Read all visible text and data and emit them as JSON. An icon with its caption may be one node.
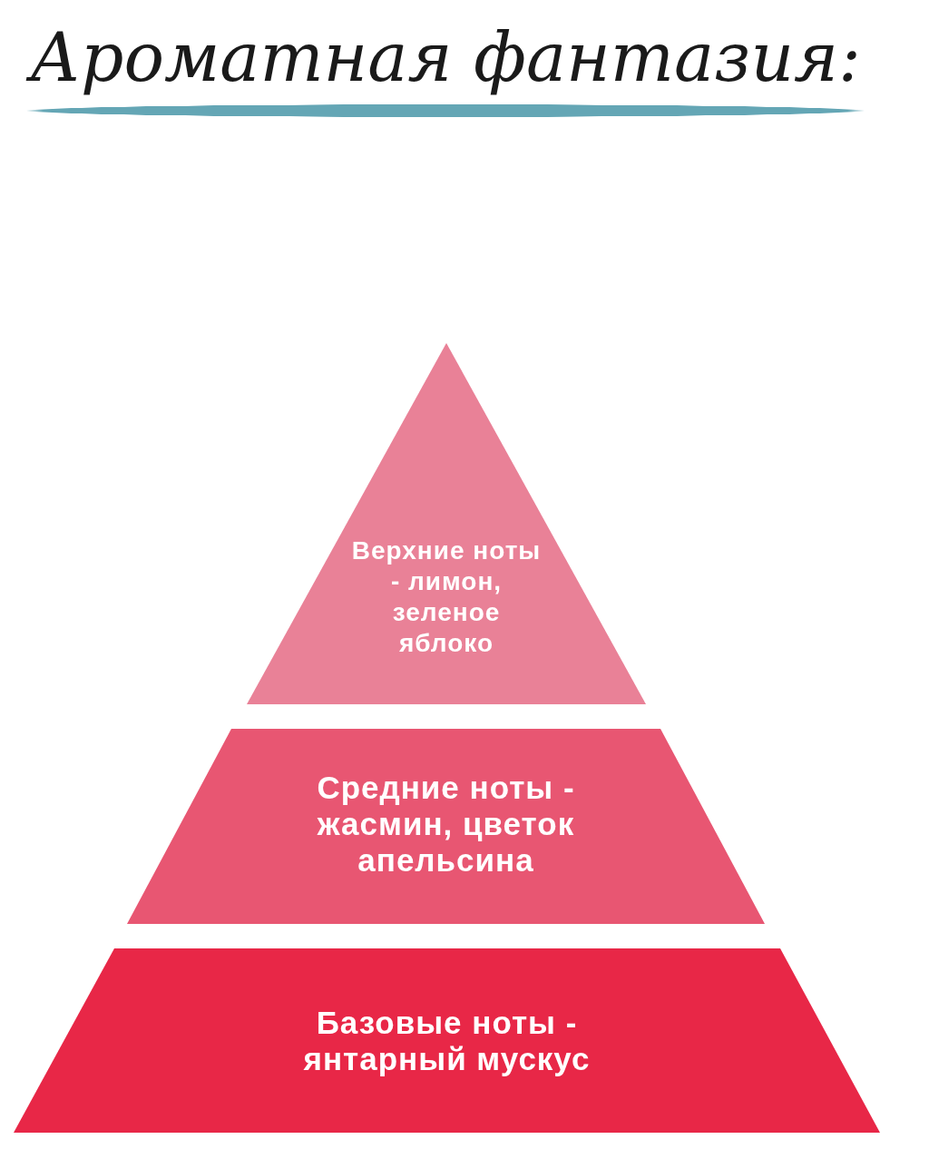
{
  "diagram": {
    "title": "Ароматная фантазия:",
    "nodes": [
      {
        "text": [
          "Верхние ноты - лимон, зеленое яблоко"
        ]
      },
      {
        "text": [
          "Средние ноты - жасмин, цветок апельсина"
        ]
      },
      {
        "text": [
          "Базовые ноты - янтарный мускус"
        ]
      }
    ]
  }
}
